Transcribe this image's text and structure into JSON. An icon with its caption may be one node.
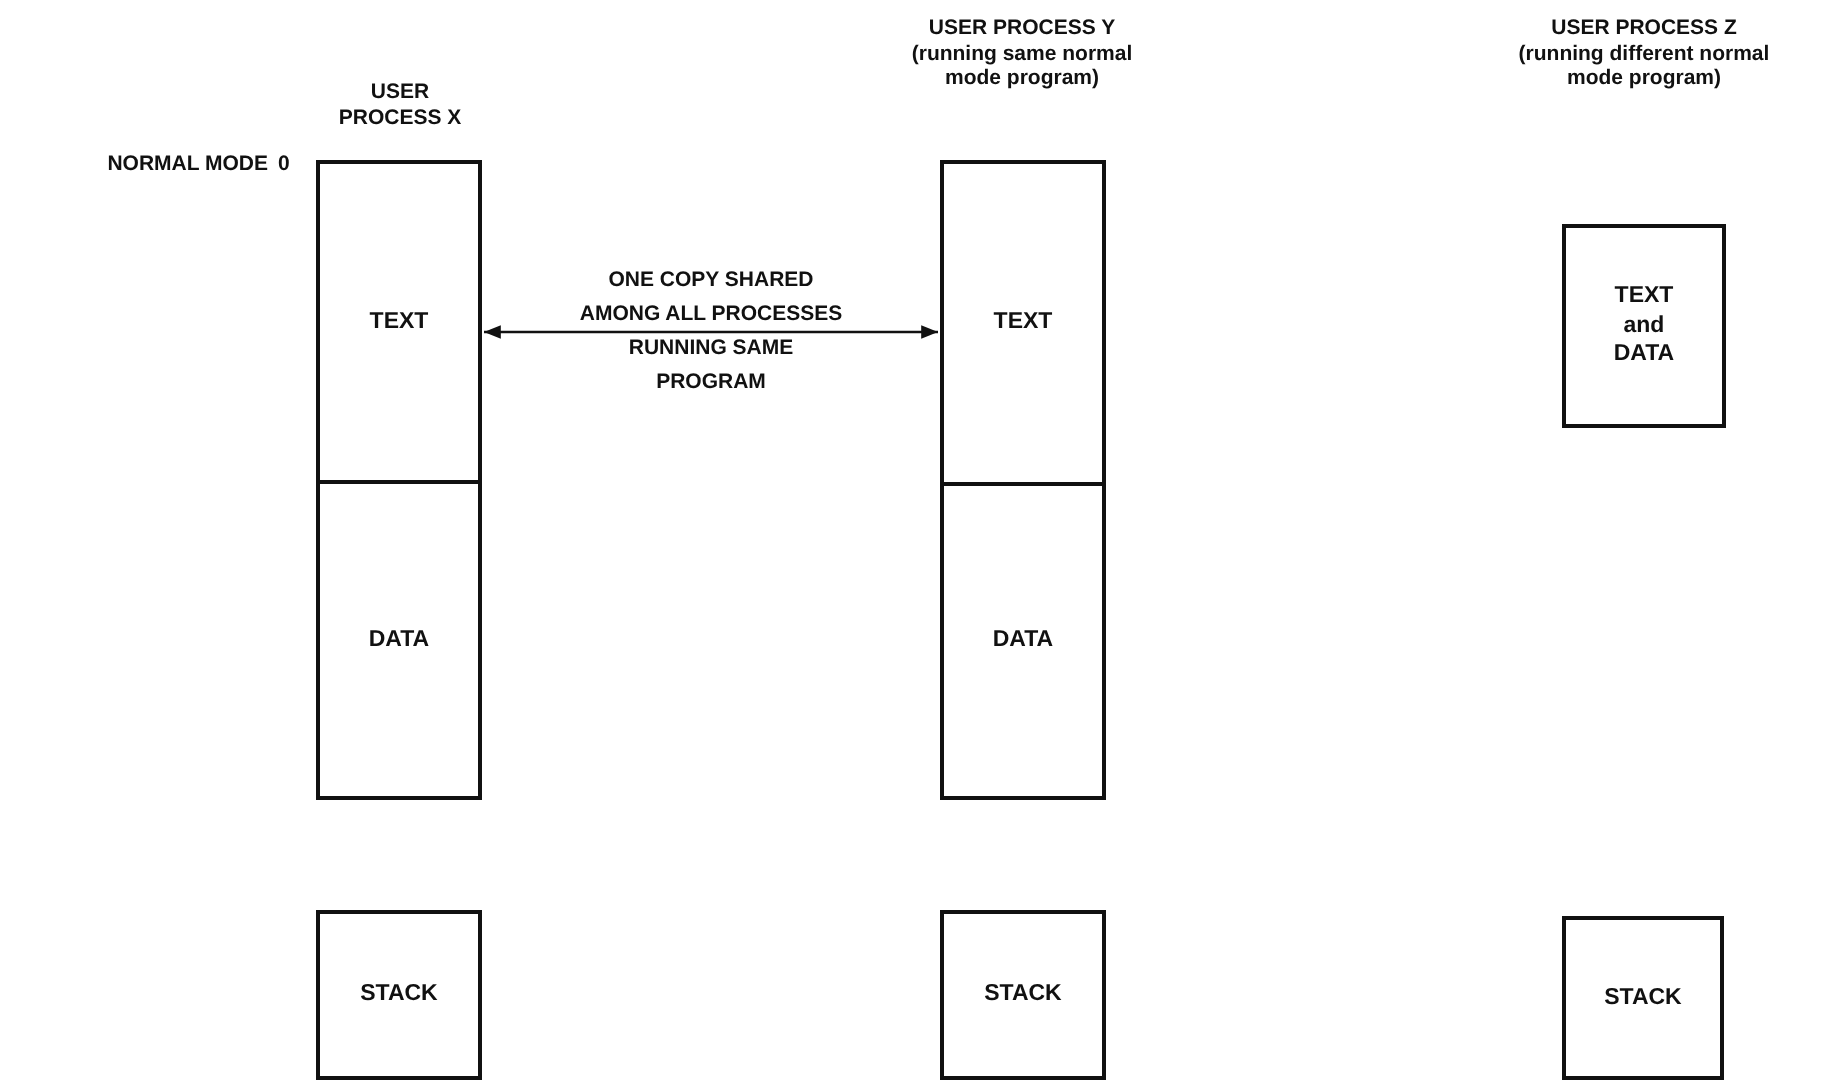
{
  "diagram": {
    "nodes": [
      {
        "text": [
          "TEXT"
        ]
      },
      {
        "text": [
          "DATA"
        ]
      },
      {
        "text": [
          "STACK"
        ]
      },
      {
        "text": [
          "TEXT"
        ]
      },
      {
        "text": [
          "DATA"
        ]
      },
      {
        "text": [
          "STACK"
        ]
      },
      {
        "text": [
          "TEXT and DATA"
        ]
      },
      {
        "text": [
          "STACK"
        ]
      }
    ],
    "edges": [
      {
        "from": 0,
        "to": 3,
        "arrow": "both",
        "label": "ONE COPY SHARED AMONG ALL PROCESSES RUNNING SAME PROGRAM"
      }
    ],
    "labels": [
      "USER PROCESS X",
      "USER PROCESS Y (running same normal mode program)",
      "USER PROCESS Z (running different normal mode program)",
      "NORMAL MODE",
      "0"
    ]
  }
}
